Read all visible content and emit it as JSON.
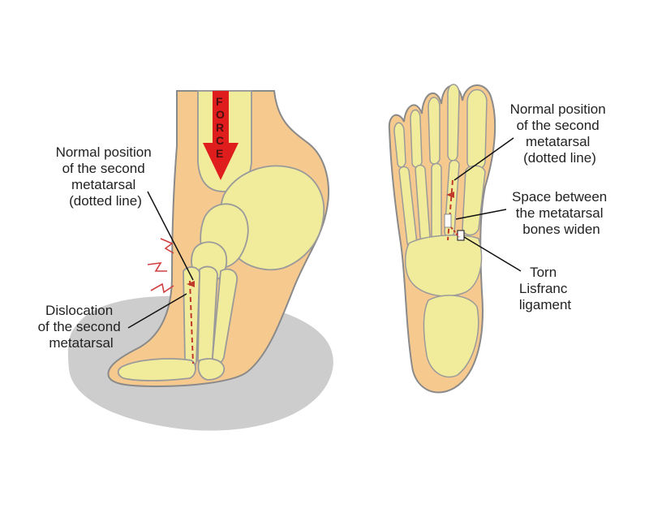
{
  "colors": {
    "skin": "#f6c98f",
    "skin_outline": "#8a8a8a",
    "bone": "#f1ec9c",
    "bone_outline": "#9a9a9a",
    "shadow": "#bdbdbd",
    "force_arrow": "#e01d1d",
    "dislocation": "#c0392b",
    "leader": "#111111"
  },
  "side_view": {
    "force_text": "FORCE",
    "normal_position_label": [
      "Normal position",
      "of the second",
      "metatarsal",
      "(dotted line)"
    ],
    "dislocation_label": [
      "Dislocation",
      "of the second",
      "metatarsal"
    ]
  },
  "top_view": {
    "normal_position_label": [
      "Normal position",
      "of the second",
      "metatarsal",
      "(dotted line)"
    ],
    "space_label": [
      "Space between",
      "the metatarsal",
      "bones widen"
    ],
    "torn_label": [
      "Torn",
      "Lisfranc",
      "ligament"
    ]
  }
}
